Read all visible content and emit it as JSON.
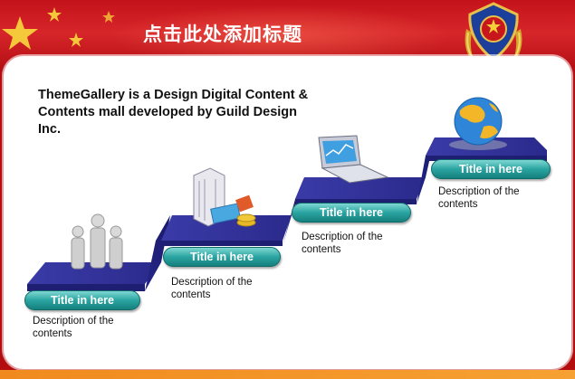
{
  "header": {
    "title": "点击此处添加标题"
  },
  "intro": "ThemeGallery is a Design Digital Content & Contents mall developed by Guild Design Inc.",
  "steps": [
    {
      "title": "Title in here",
      "desc": "Description of the contents"
    },
    {
      "title": "Title in here",
      "desc": "Description of the contents"
    },
    {
      "title": "Title in here",
      "desc": "Description of the contents"
    },
    {
      "title": "Title in here",
      "desc": "Description of the contents"
    }
  ],
  "icons": [
    "people-icon",
    "building-money-icon",
    "laptop-icon",
    "globe-icon"
  ],
  "colors": {
    "header_red": "#c4121a",
    "pill_teal": "#2aa4a1",
    "stair_navy": "#2a2a8c",
    "bottom_orange": "#f08a1e"
  }
}
